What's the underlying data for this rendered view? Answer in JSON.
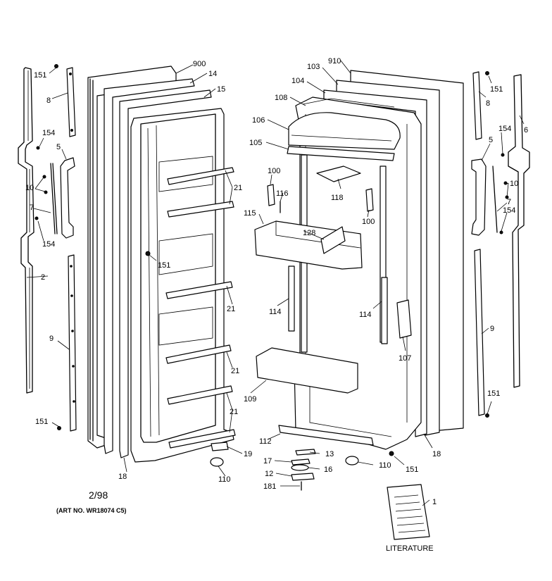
{
  "diagram": {
    "footer": {
      "date": "2/98",
      "art_no": "(ART NO. WR18074 C5)"
    },
    "literature_label": "LITERATURE",
    "part_labels": {
      "p151_tl": "151",
      "p8_l": "8",
      "p154_l": "154",
      "p5_l": "5",
      "p10_l": "10",
      "p7_l": "7",
      "p154_l2": "154",
      "p2": "2",
      "p9_l": "9",
      "p151_bl": "151",
      "p900": "900",
      "p14": "14",
      "p15": "15",
      "p21_a": "21",
      "p151_door": "151",
      "p21_b": "21",
      "p21_c": "21",
      "p21_d": "21",
      "p19": "19",
      "p110_l": "110",
      "p18_l": "18",
      "p910": "910",
      "p103": "103",
      "p104": "104",
      "p108": "108",
      "p106": "106",
      "p105": "105",
      "p100_l": "100",
      "p116": "116",
      "p118": "118",
      "p100_r": "100",
      "p115": "115",
      "p128": "128",
      "p114_l": "114",
      "p114_r": "114",
      "p107": "107",
      "p109": "109",
      "p112": "112",
      "p13": "13",
      "p17": "17",
      "p16": "16",
      "p12": "12",
      "p181": "181",
      "p110_r": "110",
      "p151_c": "151",
      "p18_r": "18",
      "p1": "1",
      "p151_tr": "151",
      "p8_r": "8",
      "p6": "6",
      "p154_r": "154",
      "p5_r": "5",
      "p10_r": "10",
      "p7_r": "7",
      "p154_r2": "154",
      "p9_r": "9",
      "p151_br": "151"
    }
  }
}
